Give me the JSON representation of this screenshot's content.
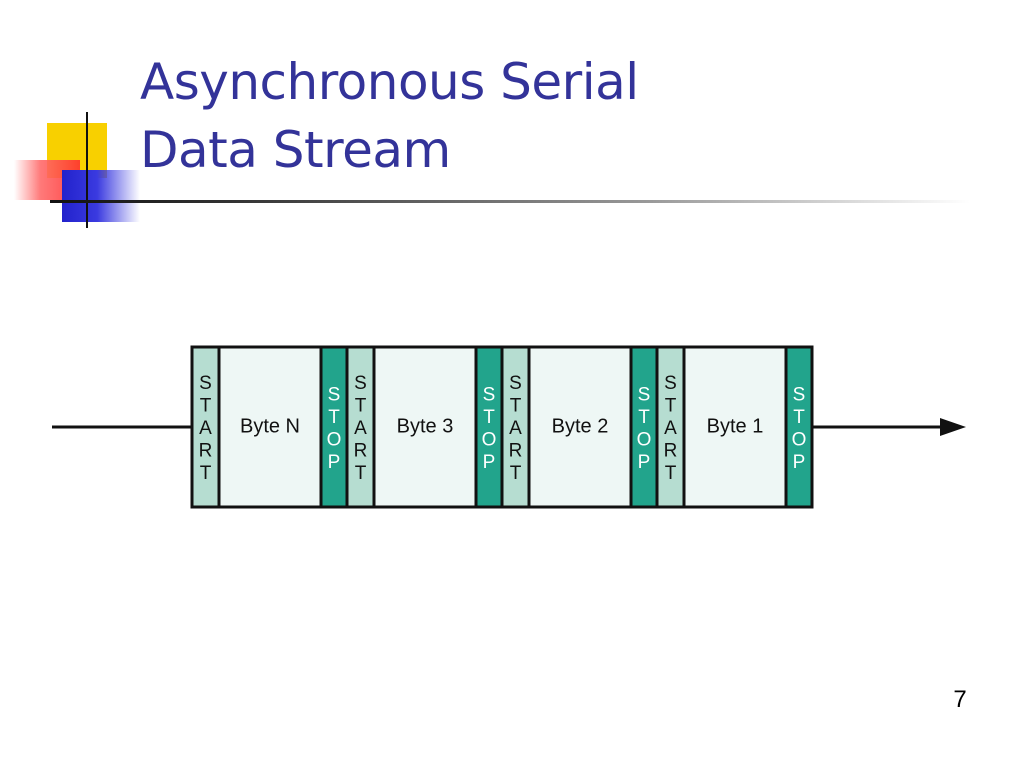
{
  "slide": {
    "title_line1": "Asynchronous Serial",
    "title_line2": "Data Stream",
    "page_number": "7"
  },
  "diagram": {
    "segments": [
      {
        "kind": "start",
        "label": "START"
      },
      {
        "kind": "byte",
        "label": "Byte N"
      },
      {
        "kind": "stop",
        "label": "STOP"
      },
      {
        "kind": "start",
        "label": "START"
      },
      {
        "kind": "byte",
        "label": "Byte 3"
      },
      {
        "kind": "stop",
        "label": "STOP"
      },
      {
        "kind": "start",
        "label": "START"
      },
      {
        "kind": "byte",
        "label": "Byte 2"
      },
      {
        "kind": "stop",
        "label": "STOP"
      },
      {
        "kind": "start",
        "label": "START"
      },
      {
        "kind": "byte",
        "label": "Byte 1"
      },
      {
        "kind": "stop",
        "label": "STOP"
      }
    ]
  },
  "colors": {
    "title": "#333399",
    "start_fill": "#b6ddd1",
    "stop_fill": "#22a48c",
    "byte_fill": "#eef7f5",
    "outline": "#111111",
    "stop_text": "#ffffff",
    "start_text": "#111111"
  }
}
